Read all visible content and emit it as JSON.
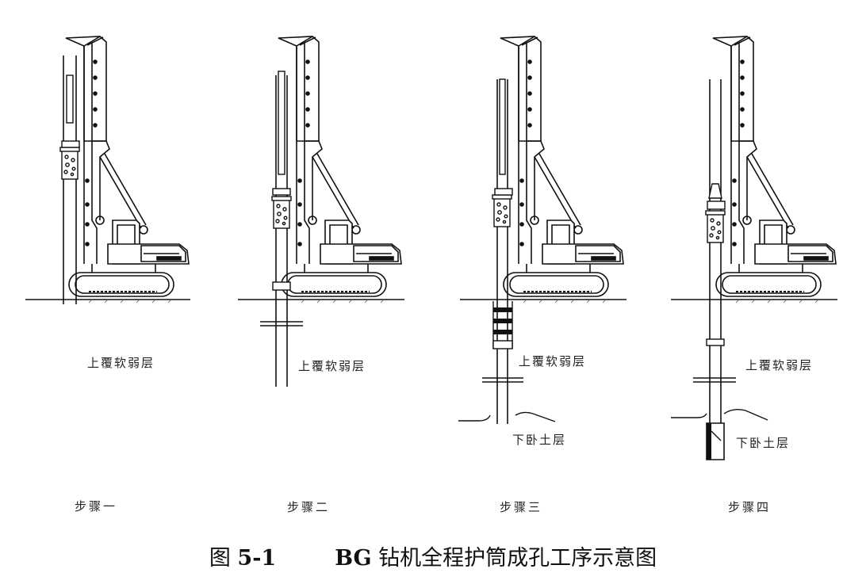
{
  "labels": {
    "upper": "上覆软弱层",
    "lower": "下卧土层",
    "step1": "步骤一",
    "step2": "步骤二",
    "step3": "步骤三",
    "step4": "步骤四"
  },
  "caption": {
    "prefix": "图",
    "number": "5-1",
    "rig": "BG",
    "text": "钻机全程护筒成孔工序示意图"
  },
  "colors": {
    "line": "#111111",
    "background": "#ffffff"
  }
}
